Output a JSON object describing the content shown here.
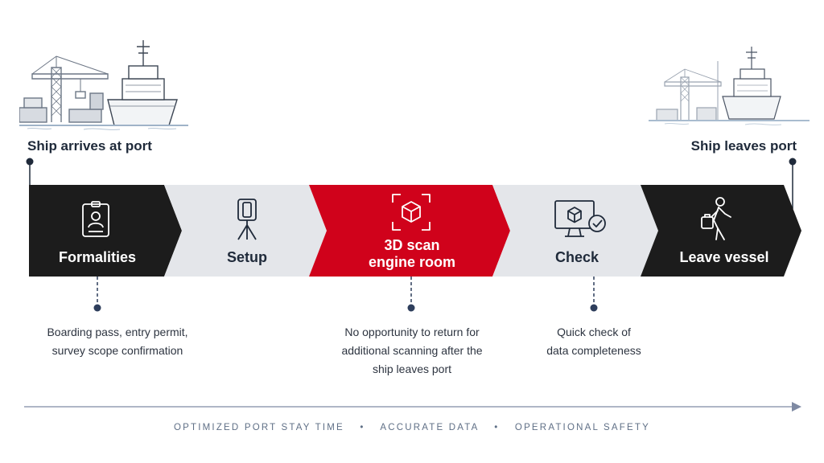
{
  "endpoints": {
    "start": "Ship arrives at port",
    "end": "Ship leaves port"
  },
  "steps": [
    {
      "label_lines": [
        "Formalities"
      ],
      "icon": "id-badge-icon",
      "color": "#1c1c1c",
      "text_color": "#ffffff"
    },
    {
      "label_lines": [
        "Setup"
      ],
      "icon": "laser-scanner-tripod-icon",
      "color": "#e4e6ea",
      "text_color": "#1f2a3a"
    },
    {
      "label_lines": [
        "3D scan",
        "engine room"
      ],
      "icon": "scan-cube-icon",
      "color": "#d0021b",
      "text_color": "#ffffff"
    },
    {
      "label_lines": [
        "Check"
      ],
      "icon": "monitor-check-icon",
      "color": "#e4e6ea",
      "text_color": "#1f2a3a"
    },
    {
      "label_lines": [
        "Leave vessel"
      ],
      "icon": "person-walking-luggage-icon",
      "color": "#1c1c1c",
      "text_color": "#ffffff"
    }
  ],
  "notes": {
    "formalities": [
      "Boarding pass, entry permit,",
      "survey scope confirmation"
    ],
    "scan": [
      "No opportunity to return for",
      "additional scanning after the",
      "ship leaves port"
    ],
    "check": [
      "Quick check of",
      "data completeness"
    ]
  },
  "footer": {
    "items": [
      "OPTIMIZED PORT STAY TIME",
      "ACCURATE DATA",
      "OPERATIONAL SAFETY"
    ],
    "separator": "•"
  },
  "colors": {
    "dark": "#1c1c1c",
    "light": "#e4e6ea",
    "accent_red": "#d0021b",
    "connector": "#2e3e5c",
    "timeline_arrow": "#7f8aa3"
  }
}
